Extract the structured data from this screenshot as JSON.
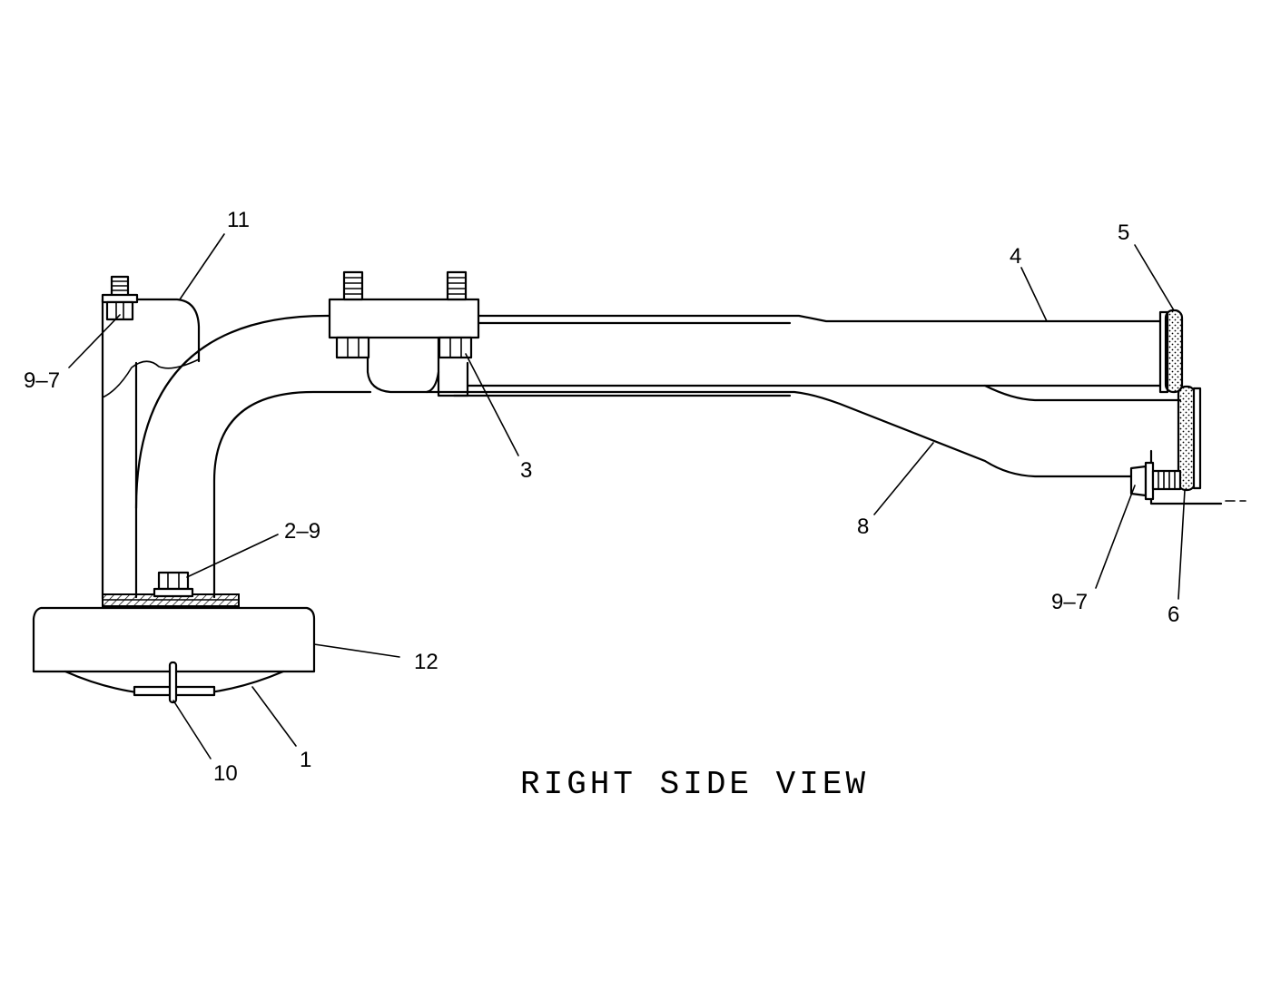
{
  "drawing": {
    "view_title": "RIGHT SIDE VIEW"
  },
  "callouts": [
    {
      "id": "c11",
      "label": "11"
    },
    {
      "id": "c97a",
      "label": "9–7"
    },
    {
      "id": "c4",
      "label": "4"
    },
    {
      "id": "c5",
      "label": "5"
    },
    {
      "id": "c3",
      "label": "3"
    },
    {
      "id": "c8",
      "label": "8"
    },
    {
      "id": "c29",
      "label": "2–9"
    },
    {
      "id": "c97b",
      "label": "9–7"
    },
    {
      "id": "c6",
      "label": "6"
    },
    {
      "id": "c12",
      "label": "12"
    },
    {
      "id": "c1",
      "label": "1"
    },
    {
      "id": "c10",
      "label": "10"
    }
  ]
}
